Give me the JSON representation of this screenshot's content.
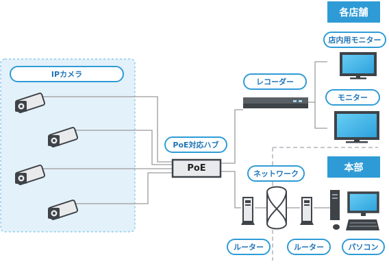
{
  "camera_area": {
    "label": "IPカメラ"
  },
  "poe_switch": {
    "label": "PoE",
    "caption": "PoE対応ハブ"
  },
  "recorder": {
    "caption": "レコーダー"
  },
  "store": {
    "header": "各店舗",
    "monitor_in_store": "店内用モニター",
    "monitor": "モニター"
  },
  "network": {
    "caption": "ネットワーク"
  },
  "headquarters": {
    "header": "本部"
  },
  "router_left": {
    "caption": "ルーター"
  },
  "router_right": {
    "caption": "ルーター"
  },
  "pc": {
    "caption": "パソコン"
  },
  "colors": {
    "accent": "#2e9bd6",
    "area_fill": "#e3f1fa",
    "line": "#9a9a9a",
    "device_dark": "#3e4348",
    "device_light": "#e9eaec"
  }
}
